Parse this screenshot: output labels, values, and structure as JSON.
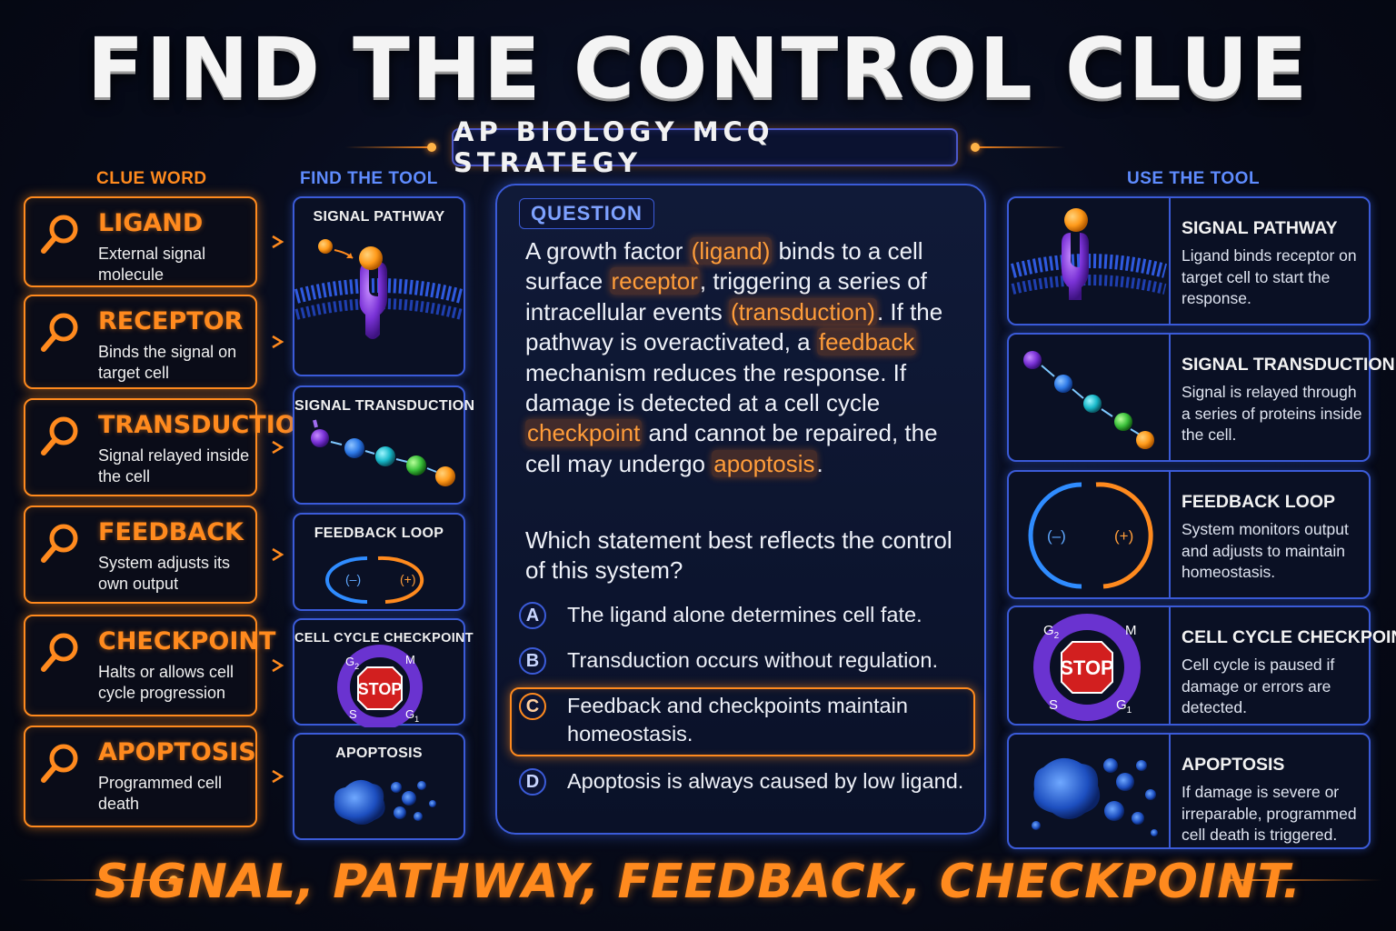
{
  "title": "FIND THE CONTROL CLUE",
  "subtitle": "AP BIOLOGY MCQ STRATEGY",
  "columns": {
    "clue": "CLUE WORD",
    "find": "FIND THE TOOL",
    "use": "USE THE TOOL"
  },
  "colors": {
    "accent_orange": "#ff8a1e",
    "accent_blue": "#3b5bd8",
    "background": "#070b1a"
  },
  "clues": [
    {
      "word": "LIGAND",
      "desc": "External signal molecule",
      "icon": "magnifier-icon"
    },
    {
      "word": "RECEPTOR",
      "desc": "Binds the signal on target cell",
      "icon": "magnifier-icon"
    },
    {
      "word": "TRANSDUCTION",
      "desc": "Signal relayed inside the cell",
      "icon": "magnifier-icon"
    },
    {
      "word": "FEEDBACK",
      "desc": "System adjusts its own output",
      "icon": "magnifier-icon"
    },
    {
      "word": "CHECKPOINT",
      "desc": "Halts or allows cell cycle progression",
      "icon": "magnifier-icon"
    },
    {
      "word": "APOPTOSIS",
      "desc": "Programmed cell death",
      "icon": "magnifier-icon"
    }
  ],
  "tools": [
    {
      "label": "SIGNAL PATHWAY",
      "icon": "receptor-membrane-icon"
    },
    {
      "label": "SIGNAL TRANSDUCTION",
      "icon": "protein-chain-icon"
    },
    {
      "label": "FEEDBACK LOOP",
      "icon": "feedback-loop-icon",
      "minus": "(–)",
      "plus": "(+)"
    },
    {
      "label": "CELL CYCLE CHECKPOINT",
      "icon": "cell-cycle-stop-icon",
      "stop": "STOP",
      "phases": [
        "G",
        "M",
        "S",
        "G"
      ],
      "subs": [
        "2",
        "1"
      ]
    },
    {
      "label": "APOPTOSIS",
      "icon": "apoptotic-cell-icon"
    }
  ],
  "question": {
    "tag": "QUESTION",
    "segments": [
      {
        "t": "A growth factor "
      },
      {
        "t": "(ligand)",
        "hl": true
      },
      {
        "t": " binds to a cell surface "
      },
      {
        "t": "receptor",
        "hl": true
      },
      {
        "t": ", triggering a series of intracellular events "
      },
      {
        "t": "(transduction)",
        "hl": true
      },
      {
        "t": ". If the pathway is overactivated, a "
      },
      {
        "t": "feedback",
        "hl": true
      },
      {
        "t": " mechanism reduces the response. If damage is detected at a cell cycle "
      },
      {
        "t": "checkpoint",
        "hl": true
      },
      {
        "t": " and cannot be repaired, the cell may undergo "
      },
      {
        "t": "apoptosis",
        "hl": true
      },
      {
        "t": "."
      }
    ],
    "prompt": "Which statement best reflects the control of this system?",
    "options": [
      {
        "letter": "A",
        "text": "The ligand alone determines cell fate."
      },
      {
        "letter": "B",
        "text": "Transduction occurs without regulation."
      },
      {
        "letter": "C",
        "text": "Feedback and checkpoints maintain homeostasis.",
        "selected": true
      },
      {
        "letter": "D",
        "text": "Apoptosis is always caused by low ligand."
      }
    ]
  },
  "uses": [
    {
      "title": "SIGNAL PATHWAY",
      "desc": "Ligand binds receptor on target cell to start the response."
    },
    {
      "title": "SIGNAL TRANSDUCTION",
      "desc": "Signal is relayed through a series of proteins inside the cell."
    },
    {
      "title": "FEEDBACK LOOP",
      "desc": "System monitors output and adjusts to maintain homeostasis."
    },
    {
      "title": "CELL CYCLE CHECKPOINT",
      "desc": "Cell cycle is paused if damage or errors are detected."
    },
    {
      "title": "APOPTOSIS",
      "desc": "If damage is severe or irreparable, programmed cell death is triggered."
    }
  ],
  "slogan": "SIGNAL, PATHWAY, FEEDBACK, CHECKPOINT."
}
